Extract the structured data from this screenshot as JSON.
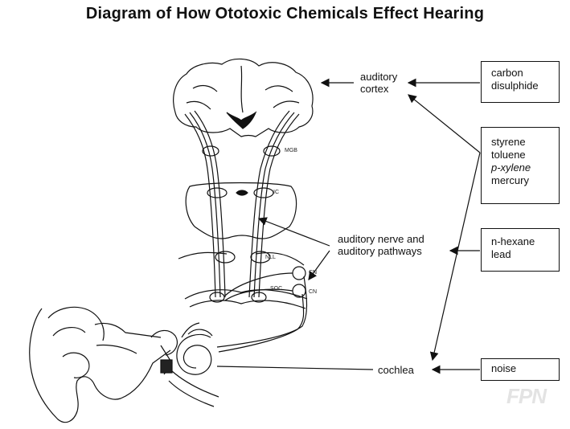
{
  "title": "Diagram of How Ototoxic Chemicals Effect Hearing",
  "targets": {
    "auditory_cortex": [
      "auditory",
      "cortex"
    ],
    "auditory_nerve": [
      "auditory nerve and",
      "auditory pathways"
    ],
    "cochlea": "cochlea"
  },
  "anatomy_labels": {
    "mgb": "MGB",
    "ic": "IC",
    "nll": "NLL",
    "soc": "SOC",
    "cn1": "CN",
    "cn2": "CN"
  },
  "chemical_groups": [
    {
      "id": "carbon",
      "items": [
        "carbon",
        "disulphide"
      ]
    },
    {
      "id": "solvents",
      "items": [
        "styrene",
        "toluene",
        "p-xylene",
        "mercury"
      ]
    },
    {
      "id": "hexane",
      "items": [
        "n-hexane",
        "lead"
      ]
    },
    {
      "id": "noise",
      "items": [
        "noise"
      ]
    }
  ],
  "watermark": "FPN",
  "colors": {
    "ink": "#111111",
    "background": "#ffffff"
  }
}
